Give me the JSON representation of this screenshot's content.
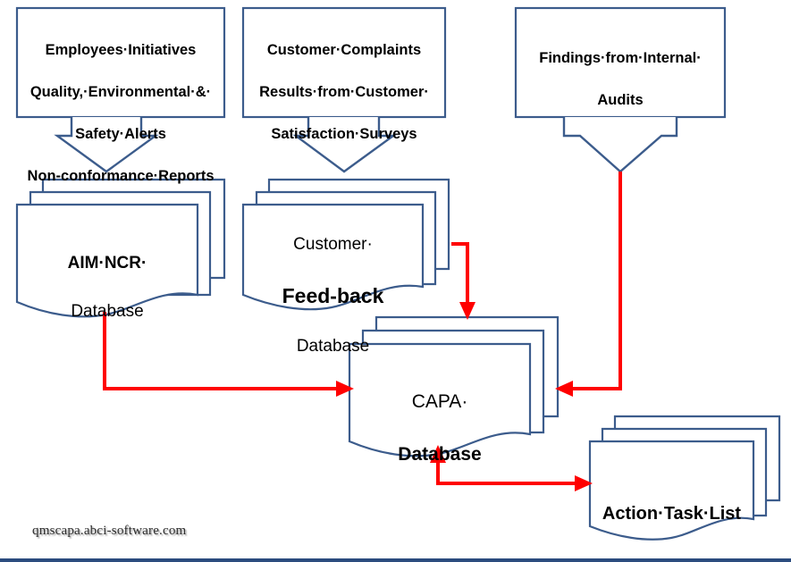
{
  "diagram": {
    "title": "QMS CAPA Data Flow Diagram",
    "colors": {
      "shape_outline": "#3C5C8C",
      "flow_arrow": "#FF0000",
      "background": "#FFFFFF",
      "text": "#000000"
    },
    "source_boxes": [
      {
        "id": "employee-initiatives-box",
        "lines": [
          "Employees·Initiatives",
          "Quality,·Environmental·&·",
          "Safety·Alerts",
          "Non-conformance·Reports"
        ]
      },
      {
        "id": "customer-complaints-box",
        "lines": [
          "Customer·Complaints",
          "Results·from·Customer·",
          "Satisfaction·Surveys"
        ]
      },
      {
        "id": "internal-audits-box",
        "lines": [
          "Findings·from·Internal·",
          "Audits"
        ]
      }
    ],
    "databases": [
      {
        "id": "aim-ncr-database",
        "lines": [
          {
            "text": "AIM·NCR·",
            "weight": "bold"
          },
          {
            "text": "Database",
            "weight": "normal"
          }
        ]
      },
      {
        "id": "customer-feedback-database",
        "lines": [
          {
            "text": "Customer·",
            "weight": "normal"
          },
          {
            "text": "Feed-back",
            "weight": "bold"
          },
          {
            "text": "Database",
            "weight": "normal"
          }
        ]
      },
      {
        "id": "capa-database",
        "lines": [
          {
            "text": "CAPA·",
            "weight": "normal"
          },
          {
            "text": "Database",
            "weight": "bold"
          }
        ]
      },
      {
        "id": "action-task-list",
        "lines": [
          {
            "text": "Action·Task·List",
            "weight": "bold"
          }
        ]
      }
    ],
    "connectors": [
      {
        "id": "employee-box-to-aim-ncr",
        "kind": "block-down-arrow",
        "color": "#3C5C8C"
      },
      {
        "id": "customer-box-to-feedback-db",
        "kind": "block-down-arrow",
        "color": "#3C5C8C"
      },
      {
        "id": "audits-box-to-capa",
        "kind": "block-down-arrow",
        "color": "#3C5C8C"
      },
      {
        "id": "aim-ncr-to-capa",
        "kind": "red-flow-arrow",
        "color": "#FF0000"
      },
      {
        "id": "feedback-db-to-capa",
        "kind": "red-flow-arrow",
        "color": "#FF0000"
      },
      {
        "id": "audits-to-capa",
        "kind": "red-flow-arrow",
        "color": "#FF0000"
      },
      {
        "id": "capa-to-action-task-list",
        "kind": "red-flow-arrow-double",
        "color": "#FF0000"
      }
    ],
    "watermark": "qmscapa.abci-software.com"
  }
}
